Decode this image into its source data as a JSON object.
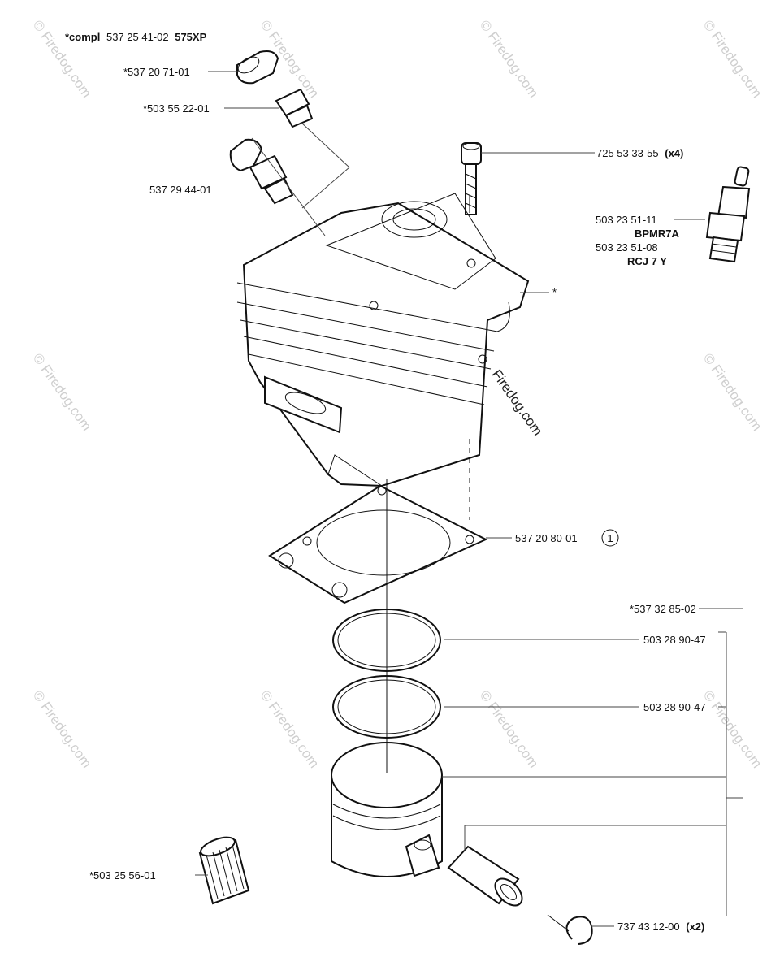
{
  "watermark": {
    "text": "© Firedog.com",
    "main_text": "Firedog.com"
  },
  "labels": {
    "compl": {
      "prefix": "*compl",
      "part": "537 25 41-02",
      "model": "575XP"
    },
    "cap": "*537 20 71-01",
    "plug": "*503 55 22-01",
    "valve": "537 29 44-01",
    "screw": "725 53 33-55",
    "screw_qty": "(x4)",
    "spark_plug_1": "503 23 51-11",
    "spark_plug_1_type": "BPMR7A",
    "spark_plug_2": "503 23 51-08",
    "spark_plug_2_type": "RCJ 7 Y",
    "cylinder_star": "*",
    "gasket": "537 20 80-01",
    "gasket_note": "1",
    "piston_kit": "*537 32 85-02",
    "ring_1": "503 28 90-47",
    "ring_2": "503 28 90-47",
    "bearing": "*503 25 56-01",
    "circlip": "737 43 12-00",
    "circlip_qty": "(x2)"
  }
}
